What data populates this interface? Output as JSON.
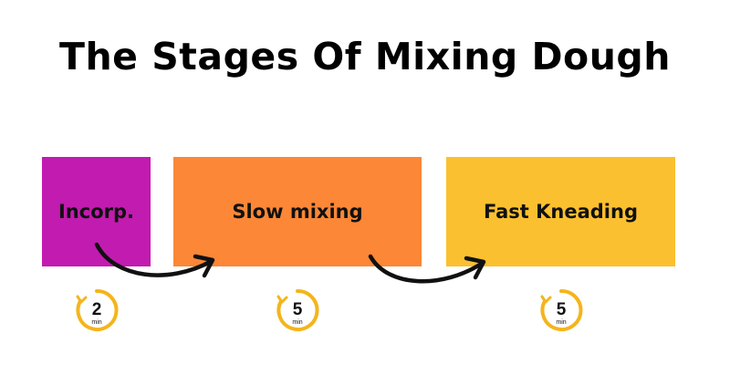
{
  "title": "The Stages Of Mixing Dough",
  "stages": [
    {
      "label": "Incorp.",
      "color": "#c21bb0",
      "minutes": "2",
      "unit": "min"
    },
    {
      "label": "Slow mixing",
      "color": "#fb8737",
      "minutes": "5",
      "unit": "min"
    },
    {
      "label": "Fast Kneading",
      "color": "#fbc02f",
      "minutes": "5",
      "unit": "min"
    }
  ],
  "colors": {
    "timer": "#f4b51c",
    "arrow": "#111111",
    "text": "#111111"
  },
  "icons": [
    "curved-arrow-icon",
    "stopwatch-icon"
  ]
}
